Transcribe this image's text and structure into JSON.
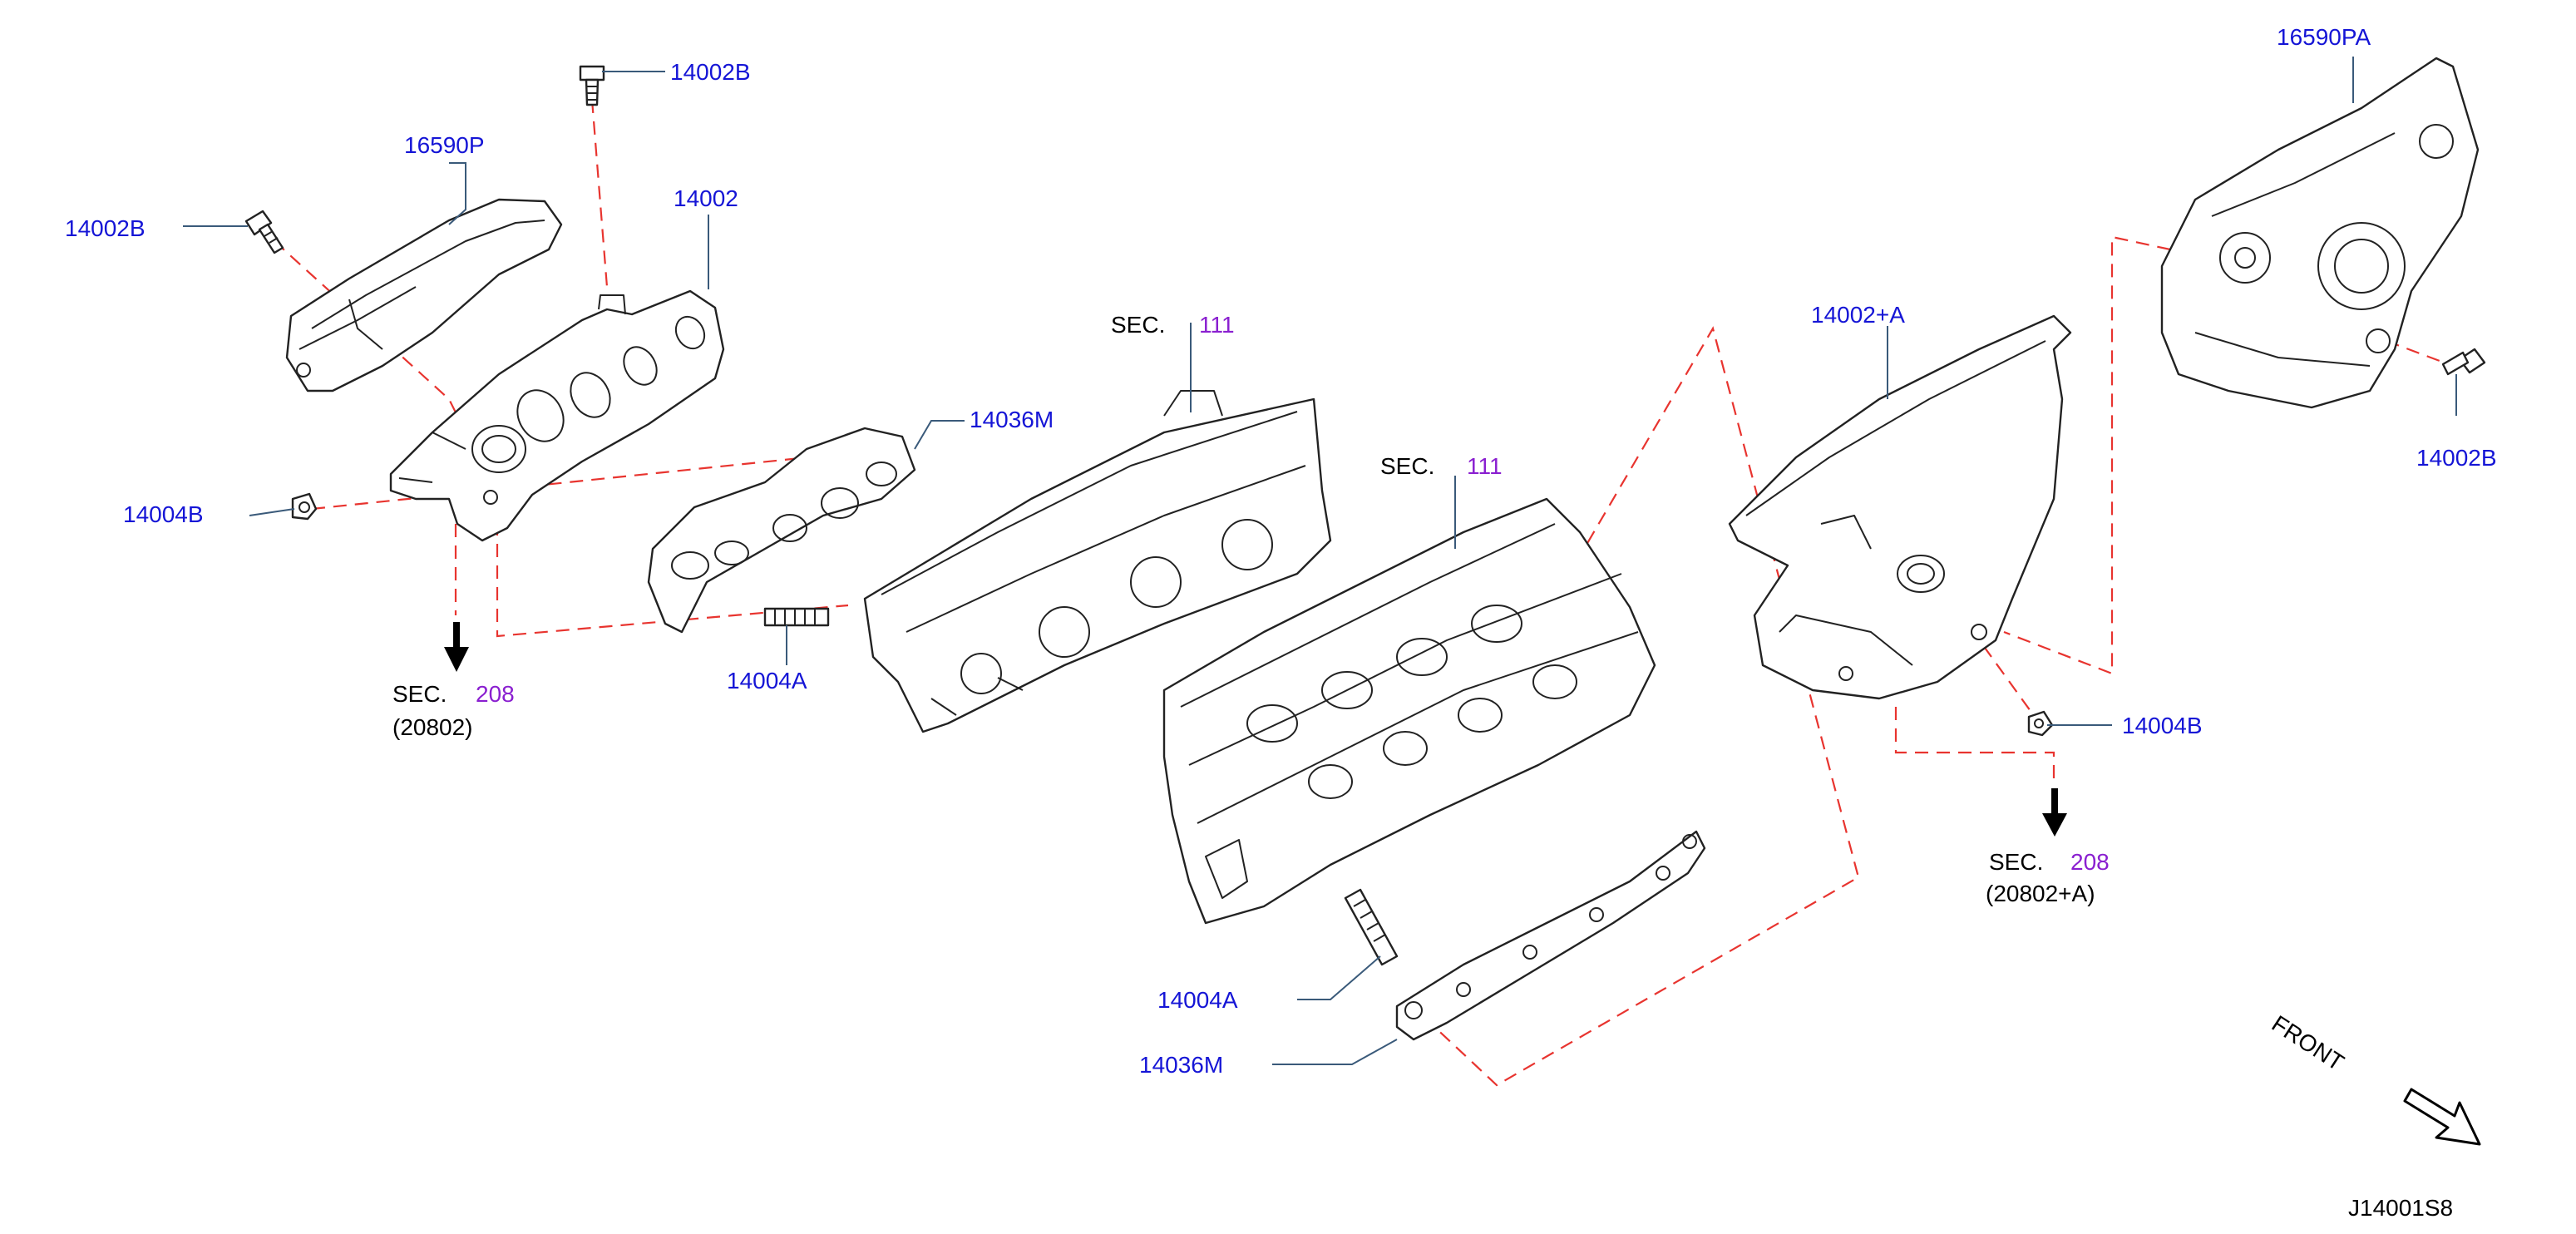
{
  "diagram_id": "J14001S8",
  "front_label": "FRONT",
  "colors": {
    "part_number": "#1515d6",
    "section_number": "#8a1fd0",
    "phantom_line": "#e8342f",
    "drawing": "#222222"
  },
  "labels": {
    "p_14002B_top": "14002B",
    "p_14002B_left": "14002B",
    "p_14002B_right": "14002B",
    "p_16590P": "16590P",
    "p_14002": "14002",
    "p_14004B_left": "14004B",
    "p_14004B_right": "14004B",
    "p_14036M_upper": "14036M",
    "p_14036M_lower": "14036M",
    "p_14004A_upper": "14004A",
    "p_14004A_lower": "14004A",
    "p_16590PA": "16590PA",
    "p_14002A": "14002+A"
  },
  "sections": {
    "sec_word": "SEC.",
    "s111_upper": "111",
    "s111_lower": "111",
    "s208_left": "208",
    "s208_left_sub": "(20802)",
    "s208_right": "208",
    "s208_right_sub": "(20802+A)"
  }
}
